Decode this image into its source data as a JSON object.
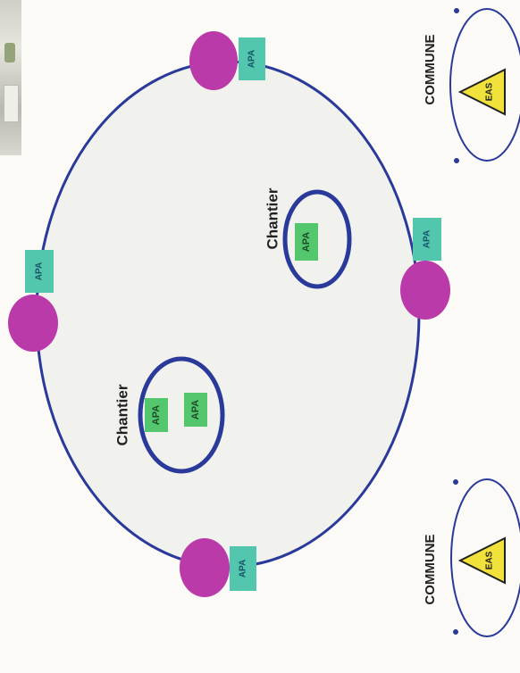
{
  "labels": {
    "chantier": "Chantier",
    "apa": "APA",
    "commune": "COMMUNE",
    "eas": "EAS"
  },
  "colors": {
    "ring": "#2a3a9a",
    "site_fill": "#f1f1ee",
    "node": "#bb3aa9",
    "apa_box": "#53c66e",
    "apa_tag": "#52c7ad",
    "eas_triangle": "#f0e23a"
  },
  "icons": {
    "hazard": "warning-triangle-icon"
  }
}
